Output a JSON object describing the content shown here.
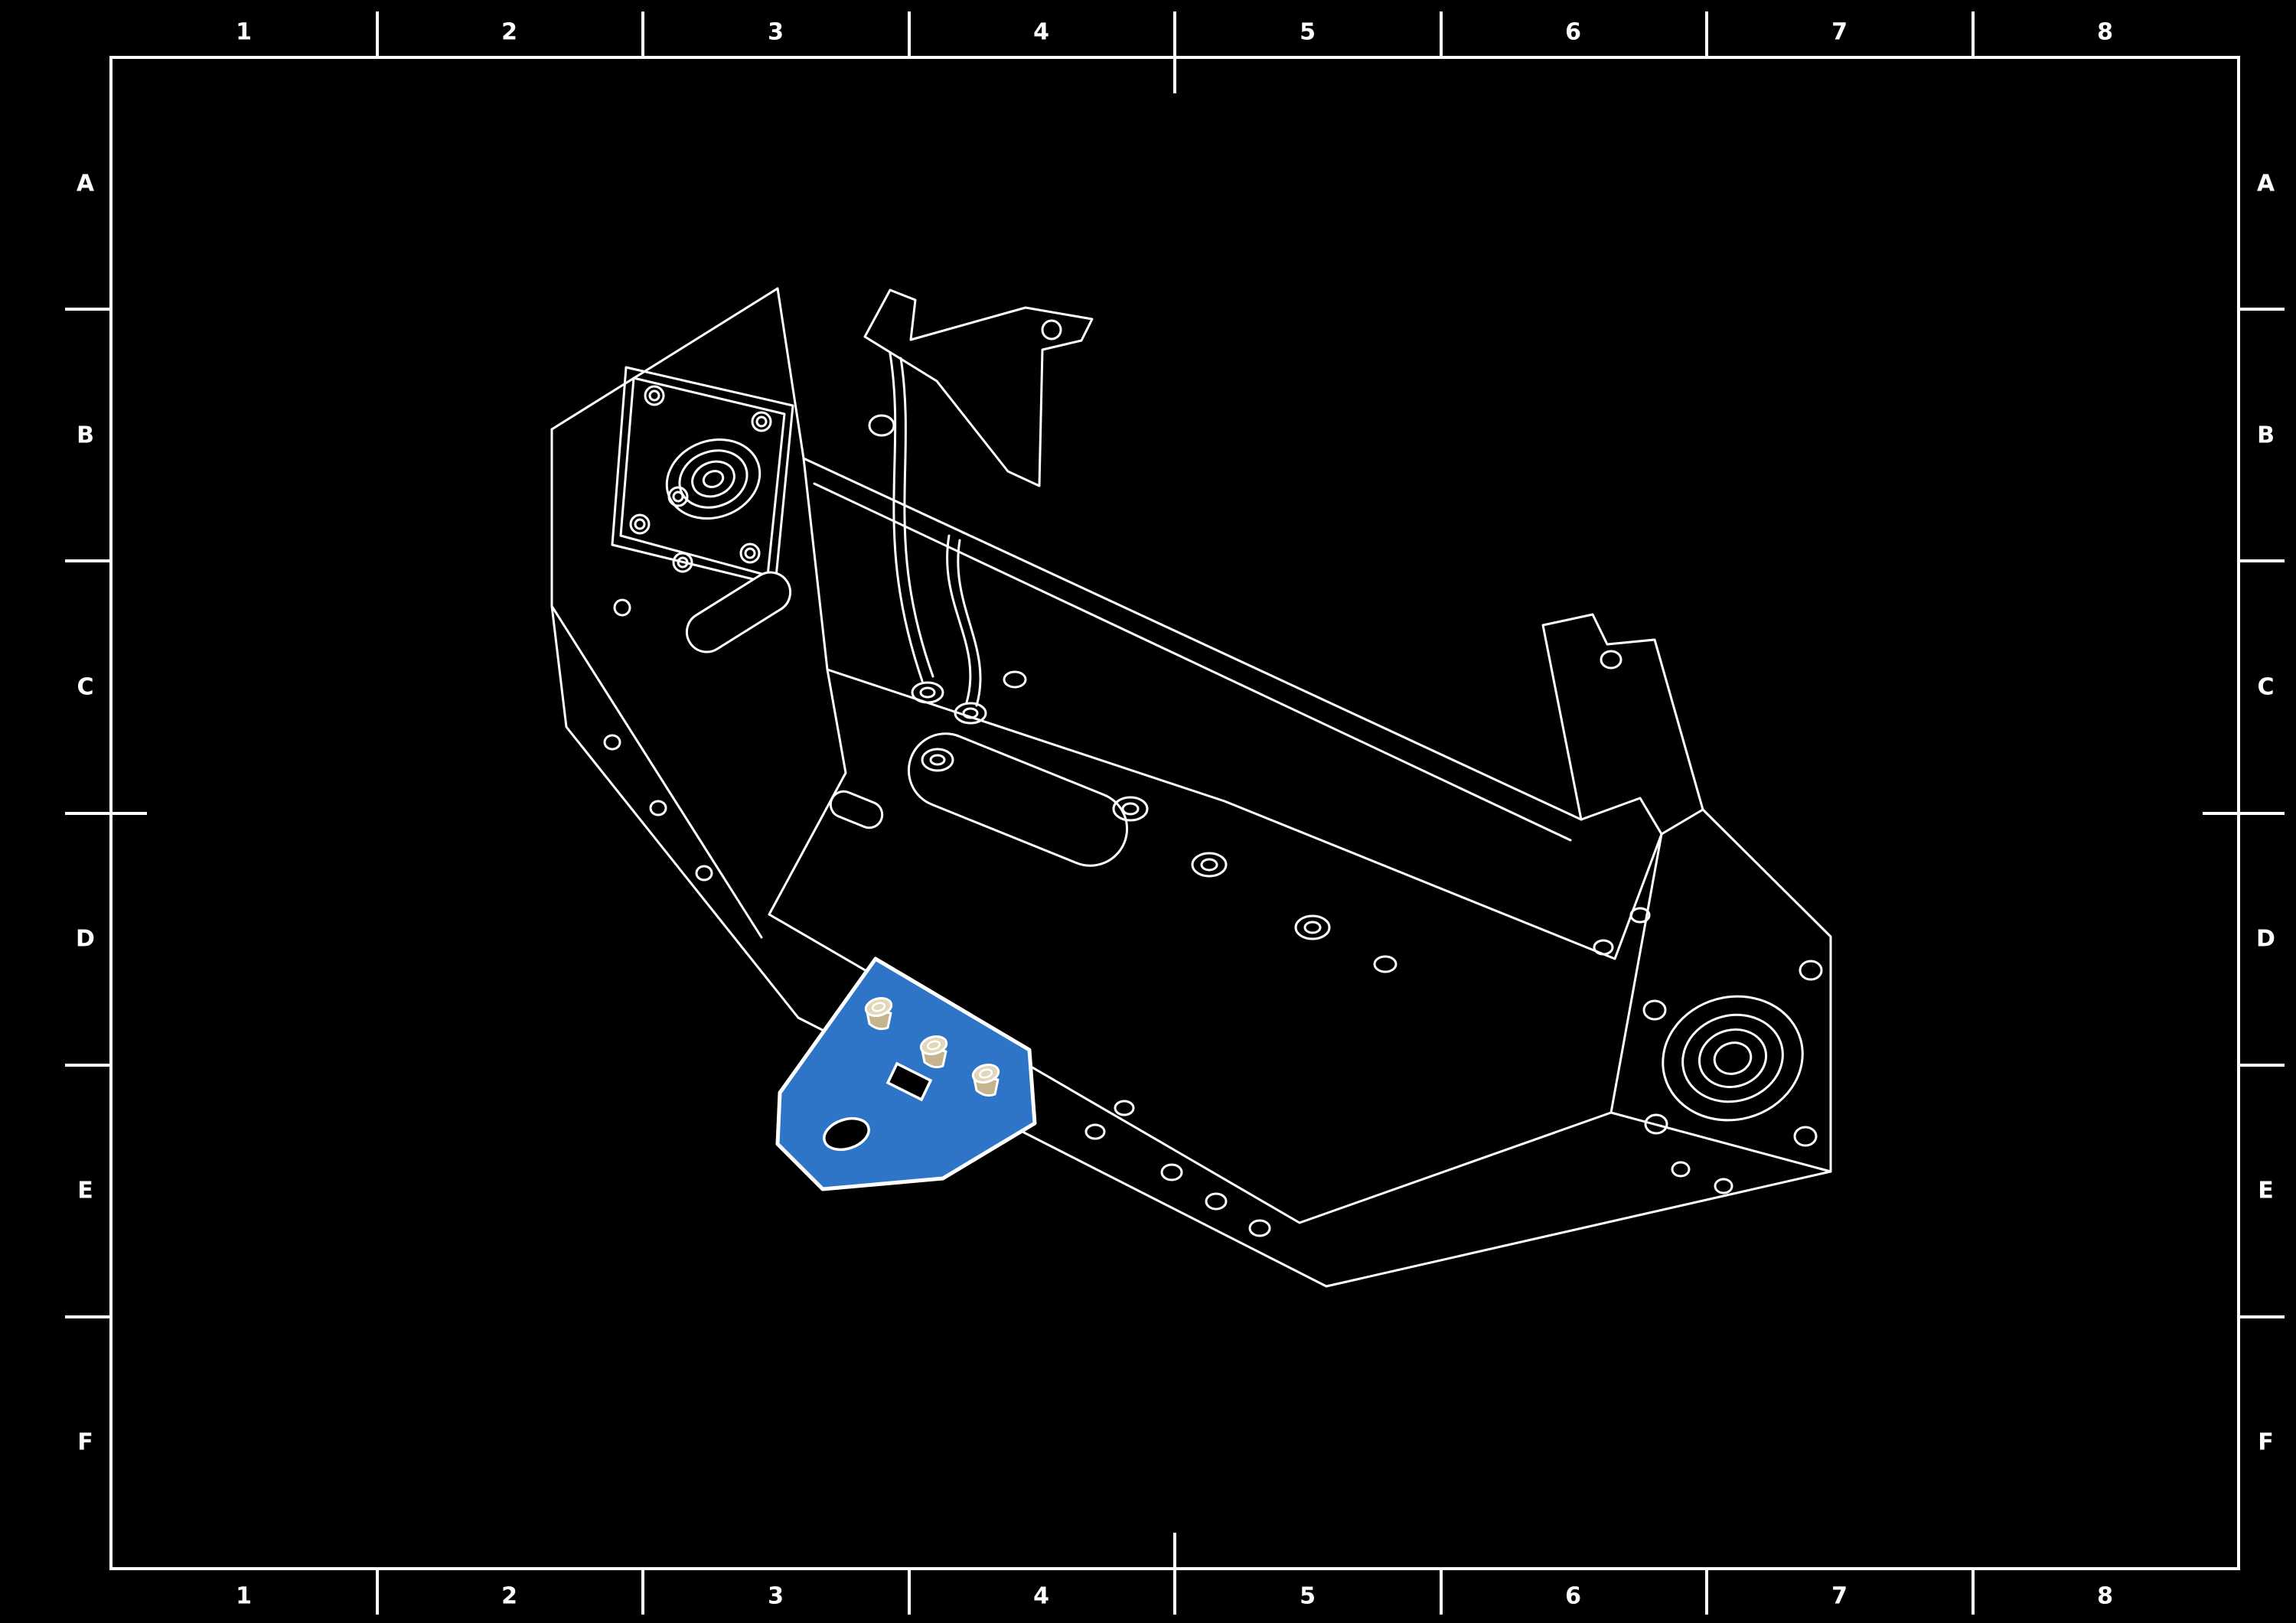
{
  "grid": {
    "columns": [
      "1",
      "2",
      "3",
      "4",
      "5",
      "6",
      "7",
      "8"
    ],
    "rows": [
      "A",
      "B",
      "C",
      "D",
      "E",
      "F"
    ]
  },
  "colors": {
    "background": "#000000",
    "line": "#ffffff",
    "highlight": "#2e75c8",
    "fastener_light": "#e3d7b9",
    "fastener_dark": "#c6b48e"
  }
}
